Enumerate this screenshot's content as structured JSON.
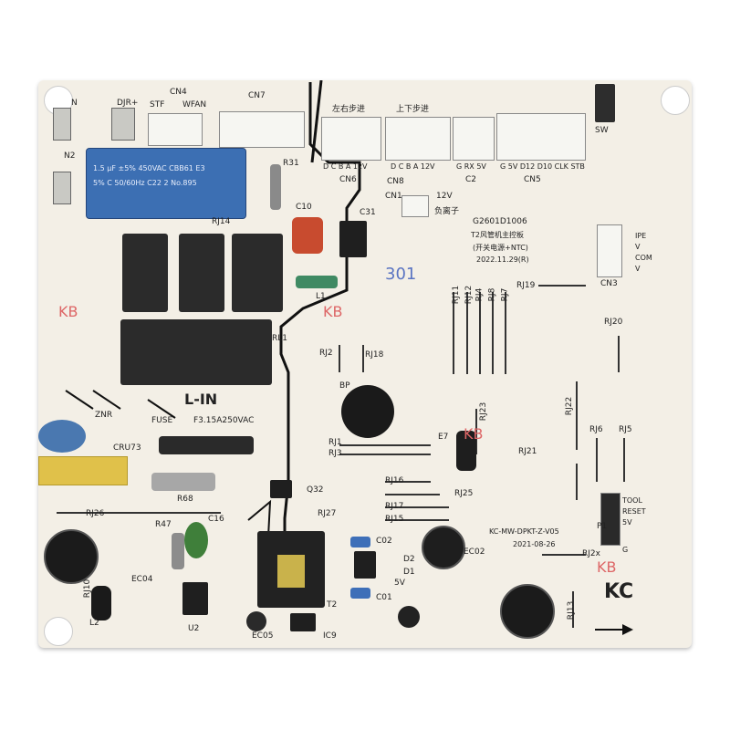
{
  "board": {
    "part_number": "G2601D1006",
    "part_desc_line1": "T2风管机主控板",
    "part_desc_line2": "(开关电源+NTC)",
    "part_date": "2022.11.29(R)",
    "model_code": "KC-MW-DPKT-Z-V05",
    "model_date": "2021-08-26",
    "stamp_301": "301",
    "logo": "KC",
    "watermarks": [
      "KB",
      "KB",
      "KB",
      "KB"
    ],
    "l_in": "L-IN",
    "fuse": "FUSE",
    "fuse_rating": "F3.15A250VAC",
    "voltage_12v": "12V",
    "voltage_5v": "5V",
    "neg_ion": "负离子"
  },
  "connectors": {
    "n": "N",
    "n2": "N2",
    "djr": "DJR+",
    "cn4": "CN4",
    "stf": "STF",
    "wfan": "WFAN",
    "cn7": "CN7",
    "lr_step": "左右步进",
    "ud_step": "上下步进",
    "cn6": "CN6",
    "cn6_pins": "D C B A 12V",
    "cn8": "CN8",
    "cn8_pins": "D C B A 12V",
    "c2_pins": "G RX 5V",
    "c2": "C2",
    "cn5_pins": "G 5V D12 D10 CLK STB",
    "cn5": "CN5",
    "cn1": "CN1",
    "sw": "SW",
    "cn3": "CN3",
    "cn3_pins": [
      "IPE",
      "V",
      "COM",
      "V"
    ],
    "p1": "P1",
    "p1_pins": [
      "TOOL",
      "RESET",
      "5V",
      "G"
    ]
  },
  "components": {
    "cbb_cap_text1": "1.5 μF ±5% 450VAC CBB61 E3",
    "cbb_cap_text2": "5% C 50/60Hz C22 2 No.895",
    "r31": "R31",
    "c10": "C10",
    "c31": "C31",
    "l1": "L1",
    "rj14": "RJ14",
    "rl1": "RL1",
    "rj2": "RJ2",
    "rj18": "RJ18",
    "rj11": "RJ11",
    "rj12": "RJ12",
    "rj4": "RJ4",
    "rj8": "RJ8",
    "rj7": "RJ7",
    "rj19": "RJ19",
    "rj20": "RJ20",
    "bp": "BP",
    "rj1": "RJ1",
    "rj3": "RJ3",
    "rj23": "RJ23",
    "e7": "E7",
    "rj22": "RJ22",
    "rj21": "RJ21",
    "rj6": "RJ6",
    "rj5": "RJ5",
    "rj16": "RJ16",
    "rj25": "RJ25",
    "rj17": "RJ17",
    "rj15": "RJ15",
    "znr": "ZNR",
    "cru73": "CRU73",
    "r68": "R68",
    "rj26": "RJ26",
    "q32": "Q32",
    "rj27": "RJ27",
    "r47": "R47",
    "c16": "C16",
    "ec04": "EC04",
    "rj10": "RJ10",
    "l2": "L2",
    "u2": "U2",
    "ec05": "EC05",
    "ic9": "IC9",
    "t2": "T2",
    "c02": "C02",
    "d2": "D2",
    "d1": "D1",
    "c01": "C01",
    "ec02": "EC02",
    "rj13": "RJ13",
    "rj2x": "RJ2x"
  }
}
